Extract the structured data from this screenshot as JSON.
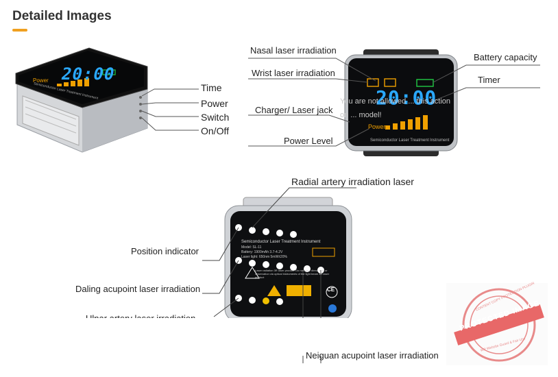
{
  "section_title": "Detailed Images",
  "colors": {
    "accent": "#f0a020",
    "display_blue": "#2aa8ff",
    "display_orange": "#ffaa00",
    "display_green": "#22cc44"
  },
  "left_labels": {
    "time": "Time",
    "power": "Power",
    "switch": "Switch",
    "onoff": "On/Off"
  },
  "device_text": {
    "power_word": "Power",
    "instrument_name": "Semiconductor Laser Treatment Instrument",
    "clock_digits": "20:00"
  },
  "right_labels": {
    "nasal": "Nasal laser irradiation",
    "wrist": "Wrist laser irradiation",
    "charger": "Charger/ Laser jack",
    "power_level": "Power Level",
    "battery": "Battery capacity",
    "timer": "Timer"
  },
  "watermark_text": "You are not allowed ... this action on ... model!",
  "bottom_labels": {
    "radial": "Radial artery irradiation laser",
    "position": "Position indicator",
    "daling": "Daling acupoint laser irradiation",
    "ulnar": "Ulnar artery laser irradiation",
    "neiguan": "Neiguan acupoint laser irradiation"
  },
  "back_plate": {
    "title": "Semiconductor Laser Treatment Instrument",
    "model": "Model: SL-11",
    "battery": "Battery: 1900mAh 3.7-4.2V",
    "laser": "Laser light: 650nm 5mW±20%",
    "warning": "Laser radiation 3R laser product. Do not stare direct view or observation via optical instruments of the light beam 3R laser product",
    "ce": "CE"
  },
  "stamp": {
    "main": "PROTECTED IMAGE",
    "ring": "CONTENT COPY PROTECTION PLUGIN",
    "ring2": "WP Website Guard & Fair Use"
  }
}
